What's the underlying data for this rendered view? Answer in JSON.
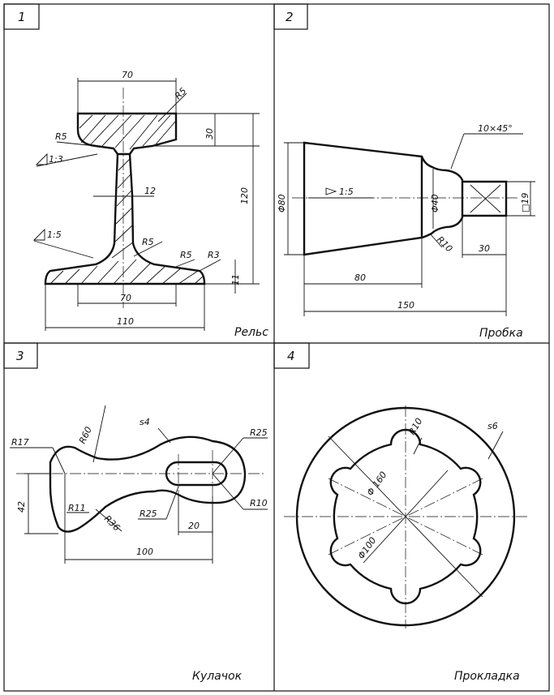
{
  "panels": [
    {
      "number": "1",
      "title": "Рельс",
      "dims": {
        "top_width": "70",
        "r_top": "R5",
        "r_left": "R5",
        "taper_top": "1:3",
        "head_h": "30",
        "total_h": "120",
        "web": "12",
        "taper_bot": "1:5",
        "r_web": "R5",
        "r_foot1": "R5",
        "r_foot2": "R3",
        "foot_h": "11",
        "bot_inner": "70",
        "bot_width": "110"
      }
    },
    {
      "number": "2",
      "title": "Пробка",
      "dims": {
        "chamfer": "10×45°",
        "d80": "Φ80",
        "taper": "1:5",
        "d40": "Φ40",
        "sq": "□19",
        "r10": "R10",
        "l30": "30",
        "l80": "80",
        "l150": "150"
      }
    },
    {
      "number": "3",
      "title": "Кулачок",
      "dims": {
        "r60": "R60",
        "s4": "s4",
        "r17": "R17",
        "r25a": "R25",
        "h42": "42",
        "r11": "R11",
        "r36": "R36",
        "r25b": "R25",
        "l20": "20",
        "r10": "R10",
        "l100": "100"
      }
    },
    {
      "number": "4",
      "title": "Прокладка",
      "dims": {
        "r10": "R10",
        "s6": "s6",
        "d160": "Φ 160",
        "d100": "Φ100"
      }
    }
  ]
}
